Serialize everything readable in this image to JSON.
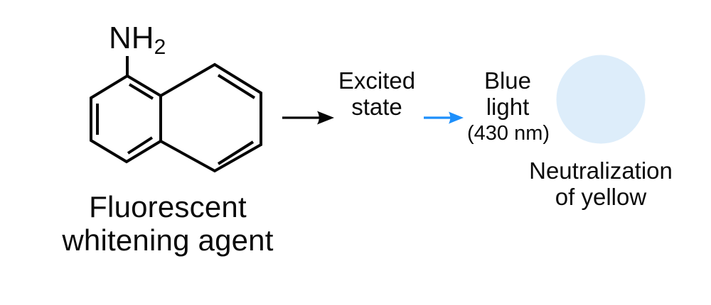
{
  "colors": {
    "ink": "#050505",
    "emission_arrow_blue": "#1d8ffb",
    "light_circle_fill": "#ddedfa"
  },
  "molecule": {
    "substituent_main": "NH",
    "substituent_subscript": "2",
    "caption": "Fluorescent\nwhitening agent"
  },
  "flow": {
    "excited_state_label": "Excited\nstate",
    "blue_light_label": "Blue\nlight",
    "wavelength_label": "(430 nm)",
    "result_label": "Neutralization\nof yellow"
  }
}
